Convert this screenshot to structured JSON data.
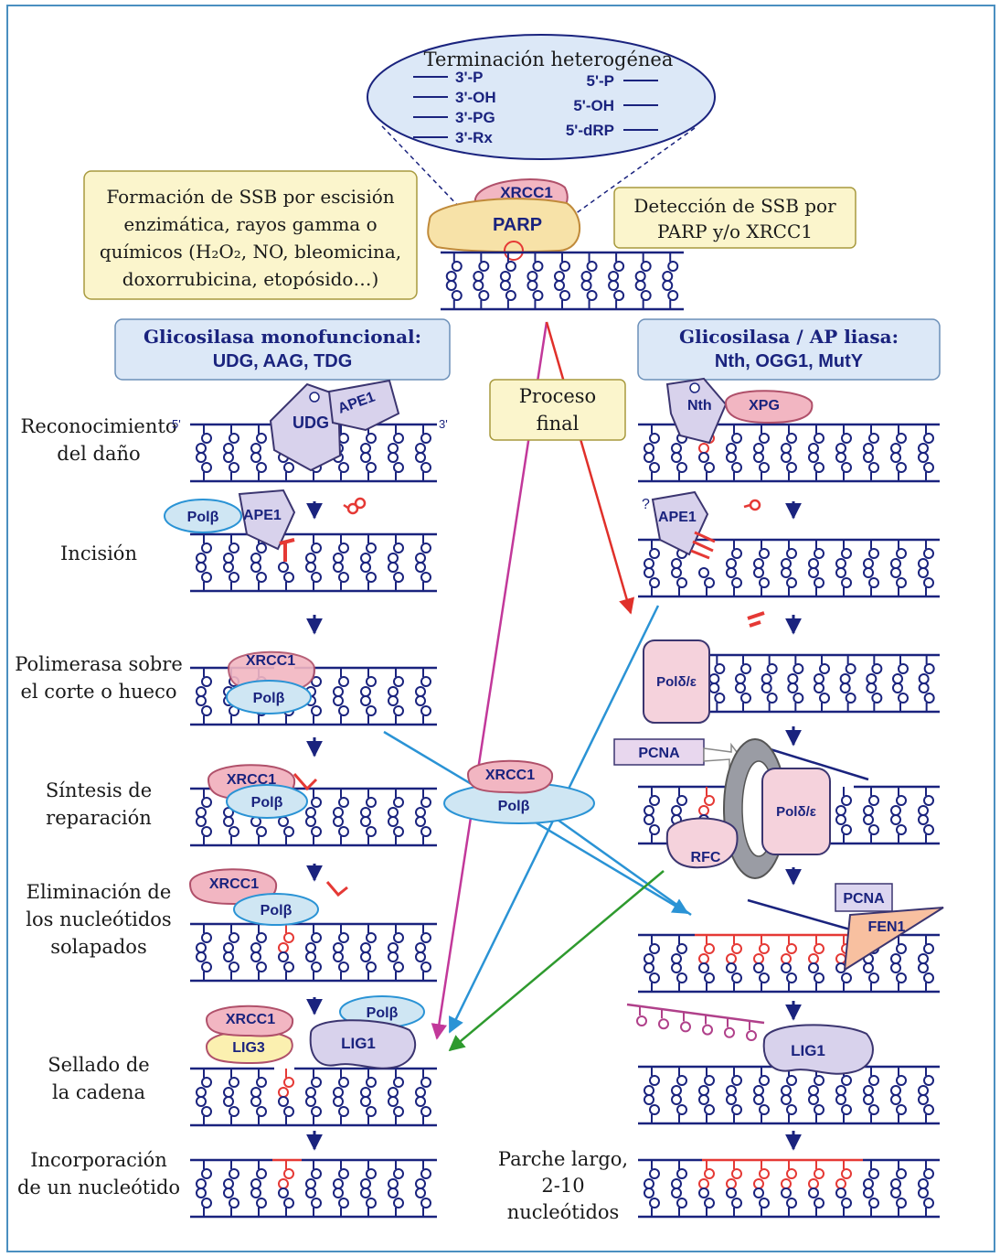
{
  "heterogeneous_end": {
    "title": "Terminación heterogénea",
    "left_ends": [
      "3'-P",
      "3'-OH",
      "3'-PG",
      "3'-Rx"
    ],
    "right_ends": [
      "5'-P",
      "5'-OH",
      "5'-dRP"
    ]
  },
  "boxes": {
    "ssb_formation": [
      "Formación de SSB por escisión",
      "enzimática, rayos gamma o",
      "químicos (H₂O₂, NO, bleomicina,",
      "doxorrubicina, etopósido…)"
    ],
    "ssb_detection": [
      "Detección de SSB por",
      "PARP y/o XRCC1"
    ],
    "final_process": [
      "Proceso",
      "final"
    ],
    "mono_glycosylase": [
      "Glicosilasa monofuncional:",
      "UDG, AAG, TDG"
    ],
    "ap_lyase": [
      "Glicosilasa / AP liasa:",
      "Nth, OGG1, MutY"
    ]
  },
  "steps": [
    [
      "Reconocimiento",
      "del daño"
    ],
    [
      "Incisión"
    ],
    [
      "Polimerasa sobre",
      "el corte o hueco"
    ],
    [
      "Síntesis de",
      "reparación"
    ],
    [
      "Eliminación de",
      "los nucleótidos",
      "solapados"
    ],
    [
      "Sellado de",
      "la cadena"
    ],
    [
      "Incorporación",
      "de un nucleótido"
    ]
  ],
  "long_patch": [
    "Parche largo,",
    "2-10",
    "nucleótidos"
  ],
  "proteins": {
    "xrcc1": "XRCC1",
    "parp": "PARP",
    "udg": "UDG",
    "ape1": "APE1",
    "polb": "Polβ",
    "lig3": "LIG3",
    "lig1": "LIG1",
    "nth": "Nth",
    "xpg": "XPG",
    "pold": "Polδ/ε",
    "pcna": "PCNA",
    "rfc": "RFC",
    "fen1": "FEN1",
    "unknown": "?"
  },
  "strand_ends": {
    "five": "5'",
    "three": "3'"
  },
  "colors": {
    "frame": "#4a8fc0",
    "dna": "#1a237e",
    "damage": "#e53935",
    "box_yellow": "#fbf5cc",
    "box_blue": "#dce8f7",
    "xrcc1": "#f2b6c2",
    "parp": "#f7e2a8",
    "polb": "#cfe6f3",
    "enzyme_violet": "#d8d2ec",
    "pold": "#f5d2dc",
    "arrow_magenta": "#c2389a",
    "arrow_red": "#e0302a",
    "arrow_blue": "#2a93d5",
    "arrow_green": "#2e9a2e"
  }
}
